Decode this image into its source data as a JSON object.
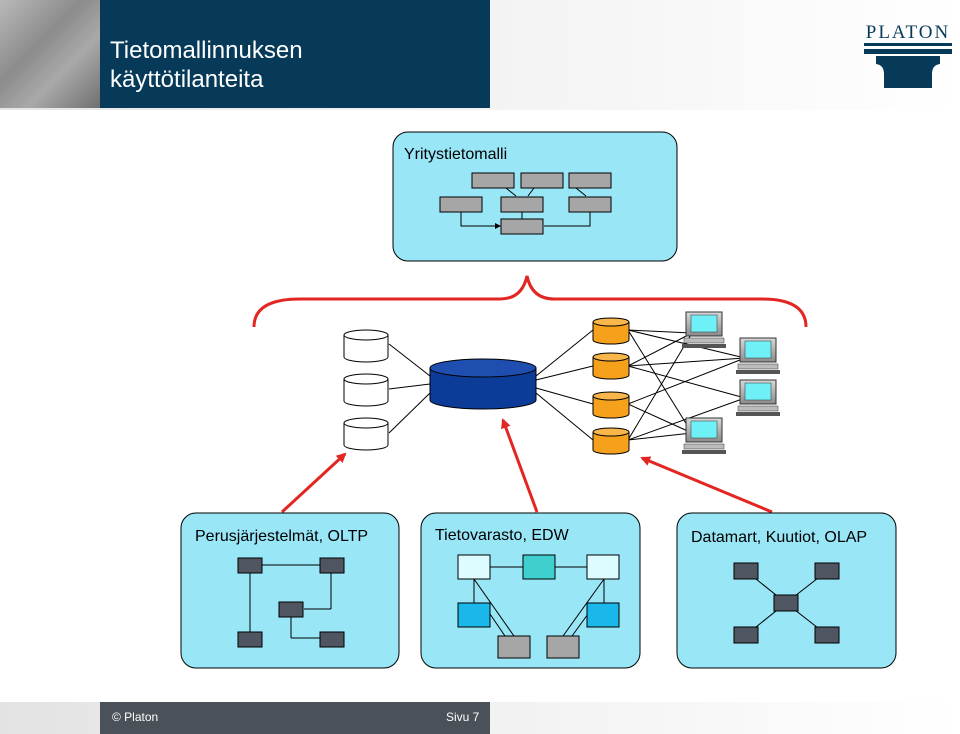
{
  "header": {
    "title_line1": "Tietomallinnuksen",
    "title_line2": "käyttötilanteita",
    "logo_text": "PLATON"
  },
  "diagram": {
    "enterprise_model_label": "Yritystietomalli",
    "box_oltp_label": "Perusjärjestelmät, OLTP",
    "box_edw_label": "Tietovarasto, EDW",
    "box_olap_label": "Datamart, Kuutiot, OLAP"
  },
  "footer": {
    "copyright": "© Platon",
    "page": "Sivu 7"
  },
  "colors": {
    "header_dark_blue": "#073a58",
    "panel_light_blue": "#99e6f7",
    "warehouse_blue": "#0d3c98",
    "datamart_orange": "#f6a11c",
    "arrow_red": "#e32622",
    "footer_gray": "#4b5159"
  }
}
